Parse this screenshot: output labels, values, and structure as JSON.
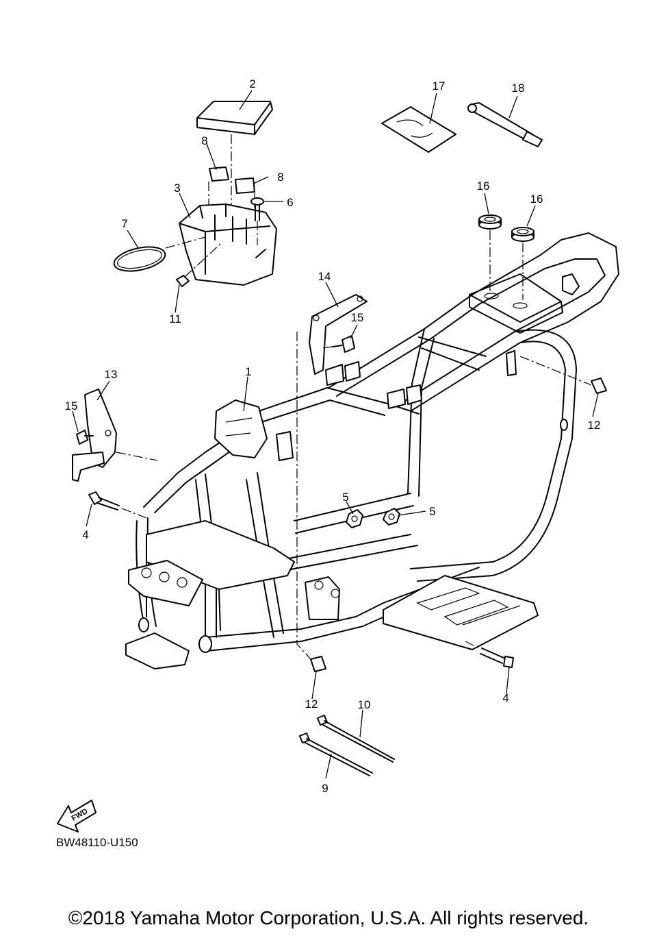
{
  "diagram_code": "BW48110-U150",
  "copyright": "©2018 Yamaha Motor Corporation, U.S.A. All rights reserved.",
  "fwd_label": "FWD",
  "callouts": {
    "c1": "1",
    "c2": "2",
    "c3": "3",
    "c4a": "4",
    "c4b": "4",
    "c5a": "5",
    "c5b": "5",
    "c6": "6",
    "c7": "7",
    "c8a": "8",
    "c8b": "8",
    "c9": "9",
    "c10": "10",
    "c11": "11",
    "c12a": "12",
    "c12b": "12",
    "c13": "13",
    "c14": "14",
    "c15a": "15",
    "c15b": "15",
    "c16a": "16",
    "c16b": "16",
    "c17": "17",
    "c18": "18"
  }
}
